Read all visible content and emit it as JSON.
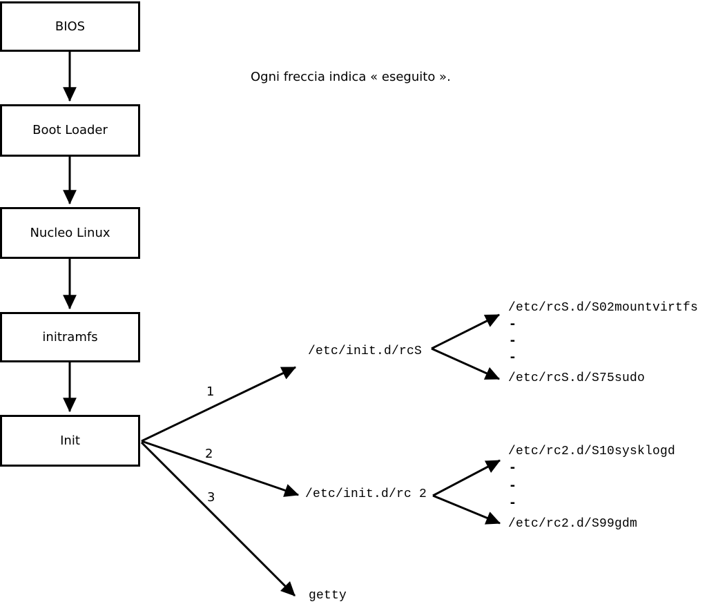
{
  "caption": "Ogni freccia indica « eseguito ».",
  "flow_boxes": [
    {
      "label": "BIOS"
    },
    {
      "label": "Boot Loader"
    },
    {
      "label": "Nucleo Linux"
    },
    {
      "label": "initramfs"
    },
    {
      "label": "Init"
    }
  ],
  "branches": [
    {
      "number": "1",
      "target": "/etc/init.d/rcS",
      "first_child": "/etc/rcS.d/S02mountvirtfs",
      "ellipsis": [
        "-",
        "-",
        "-"
      ],
      "last_child": "/etc/rcS.d/S75sudo"
    },
    {
      "number": "2",
      "target": "/etc/init.d/rc 2",
      "first_child": "/etc/rc2.d/S10sysklogd",
      "ellipsis": [
        "-",
        "-",
        "-"
      ],
      "last_child": "/etc/rc2.d/S99gdm"
    },
    {
      "number": "3",
      "target": "getty"
    }
  ],
  "colors": {
    "foreground": "#000000",
    "background": "#ffffff"
  }
}
